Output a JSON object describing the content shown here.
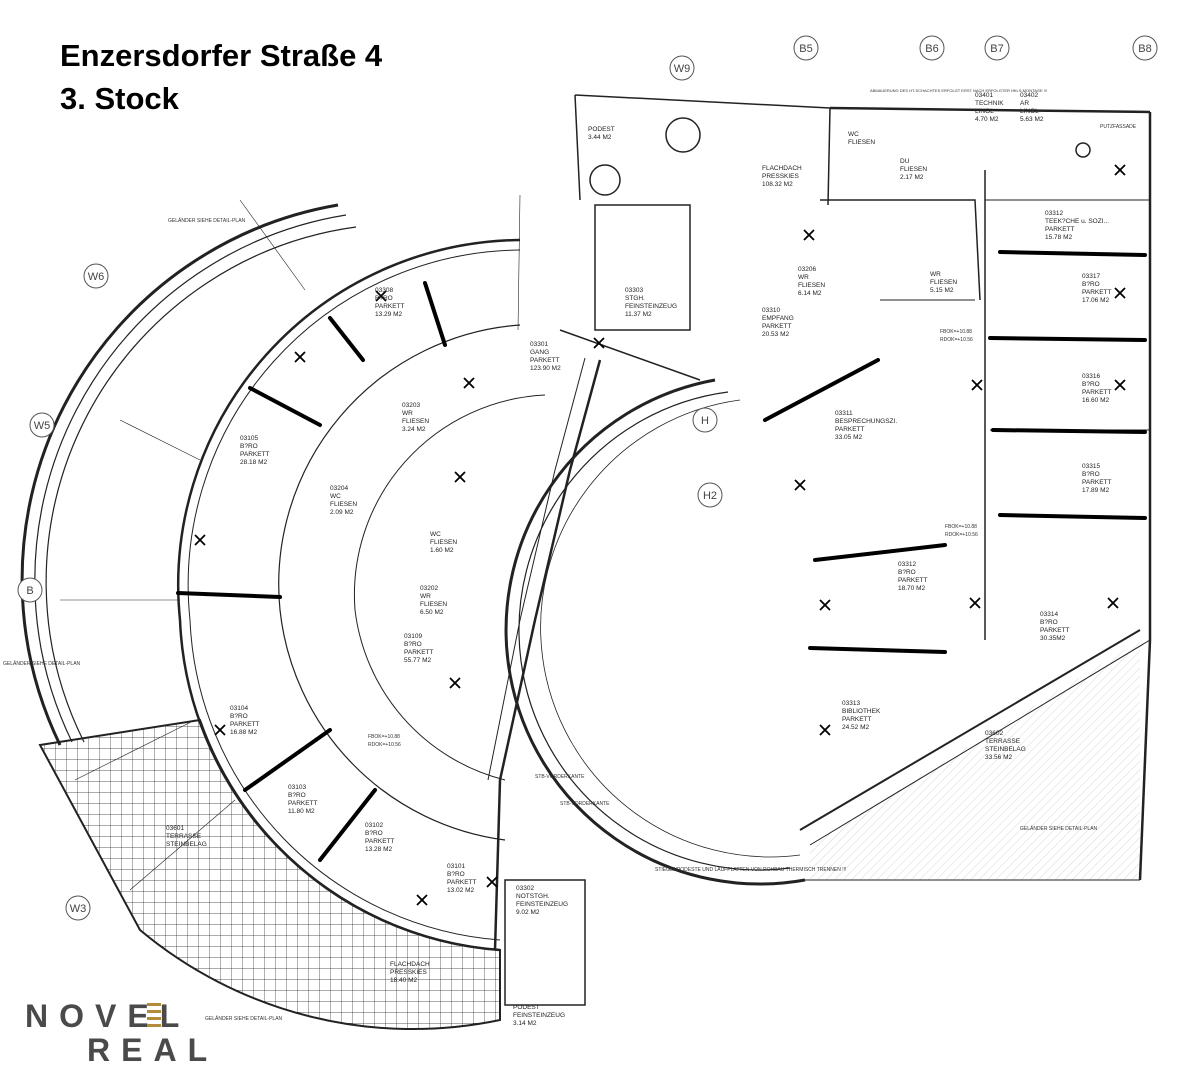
{
  "header": {
    "address": "Enzersdorfer Straße 4",
    "floor": "3. Stock"
  },
  "logo": {
    "line1": "NOVEL",
    "line2": "REAL",
    "accent": "#b38b3d",
    "color": "#4a4a4a"
  },
  "grid_labels": [
    "B5",
    "B6",
    "B7",
    "B8",
    "W9",
    "W6",
    "W5",
    "W3",
    "B",
    "H",
    "H2"
  ],
  "rooms": [
    {
      "no": "03401",
      "name": "TECHNIK",
      "floor": "LINOL",
      "area": "4.70 M2"
    },
    {
      "no": "03402",
      "name": "AR",
      "floor": "LINOL",
      "area": "5.63 M2"
    },
    {
      "no": "03312",
      "name": "TEEK?CHE u. SOZI...",
      "floor": "PARKETT",
      "area": "15.78 M2"
    },
    {
      "no": "03206",
      "name": "WR",
      "floor": "FLIESEN",
      "area": "6.14 M2"
    },
    {
      "no": "03310",
      "name": "EMPFANG",
      "floor": "PARKETT",
      "area": "20.53 M2"
    },
    {
      "no": "03311",
      "name": "BESPRECHUNGSZI.",
      "floor": "PARKETT",
      "area": "33.05 M2"
    },
    {
      "no": "03317",
      "name": "B?RO",
      "floor": "PARKETT",
      "area": "17.06 M2"
    },
    {
      "no": "03316",
      "name": "B?RO",
      "floor": "PARKETT",
      "area": "16.60 M2"
    },
    {
      "no": "03315",
      "name": "B?RO",
      "floor": "PARKETT",
      "area": "17.89 M2"
    },
    {
      "no": "03312",
      "name": "B?RO",
      "floor": "PARKETT",
      "area": "18.70 M2"
    },
    {
      "no": "03314",
      "name": "B?RO",
      "floor": "PARKETT",
      "area": "30.35M2"
    },
    {
      "no": "03313",
      "name": "BIBLIOTHEK",
      "floor": "PARKETT",
      "area": "24.52 M2"
    },
    {
      "no": "03602",
      "name": "TERRASSE",
      "floor": "STEINBELAG",
      "area": "33.56 M2"
    },
    {
      "no": "03301",
      "name": "GANG",
      "floor": "PARKETT",
      "area": "123.90 M2"
    },
    {
      "no": "03308",
      "name": "B?RO",
      "floor": "PARKETT",
      "area": "13.29 M2"
    },
    {
      "no": "03203",
      "name": "WR",
      "floor": "FLIESEN",
      "area": "3.24 M2"
    },
    {
      "no": "03105",
      "name": "B?RO",
      "floor": "PARKETT",
      "area": "28.18 M2"
    },
    {
      "no": "03204",
      "name": "WC",
      "floor": "FLIESEN",
      "area": "2.09 M2"
    },
    {
      "no": "03202",
      "name": "WR",
      "floor": "FLIESEN",
      "area": "6.50 M2"
    },
    {
      "no": "03109",
      "name": "B?RO",
      "floor": "PARKETT",
      "area": "55.77 M2"
    },
    {
      "no": "03104",
      "name": "B?RO",
      "floor": "PARKETT",
      "area": "16.88 M2"
    },
    {
      "no": "03103",
      "name": "B?RO",
      "floor": "PARKETT",
      "area": "11.80 M2"
    },
    {
      "no": "03102",
      "name": "B?RO",
      "floor": "PARKETT",
      "area": "13.28 M2"
    },
    {
      "no": "03101",
      "name": "B?RO",
      "floor": "PARKETT",
      "area": "13.02 M2"
    },
    {
      "no": "03302",
      "name": "NOTSTGH.",
      "floor": "FEINSTEINZEUG",
      "area": "9.02 M2"
    },
    {
      "no": "03601",
      "name": "TERRASSE",
      "floor": "STEINBELAG",
      "area": ""
    },
    {
      "no": "",
      "name": "FLACHDACH",
      "floor": "PRESSKIES",
      "area": "18.40 M2"
    },
    {
      "no": "",
      "name": "FLACHDACH",
      "floor": "PRESSKIES",
      "area": "108.32 M2"
    },
    {
      "no": "03303",
      "name": "STGH.",
      "floor": "FEINSTEINZEUG",
      "area": "11.37 M2"
    },
    {
      "no": "",
      "name": "PODEST",
      "floor": "",
      "area": "3.44 M2"
    },
    {
      "no": "",
      "name": "PODEST",
      "floor": "FEINSTEINZEUG",
      "area": "3.14 M2"
    },
    {
      "no": "",
      "name": "WC",
      "floor": "FLIESEN",
      "area": "1.60 M2"
    },
    {
      "no": "",
      "name": "WC",
      "floor": "FLIESEN",
      "area": ""
    },
    {
      "no": "",
      "name": "DU",
      "floor": "FLIESEN",
      "area": "2.17 M2"
    },
    {
      "no": "",
      "name": "WR",
      "floor": "FLIESEN",
      "area": "5.15 M2"
    }
  ],
  "notes": [
    "GELÄNDER SIEHE DETAIL-PLAN",
    "STB-VORDERKANTE",
    "STIEGENPODESTE UND LAUFPLATTEN VON ROHBAU THERMISCH TRENNEN !!!",
    "ABMAUERUNG DES HT-SCHACHTES ERFOLGT ERST NACH ERFOLGTER HKLS-MONTAGE !!!",
    "FBOK=+10.88",
    "RDOK=+10.56",
    "PUTZFASSADE"
  ]
}
